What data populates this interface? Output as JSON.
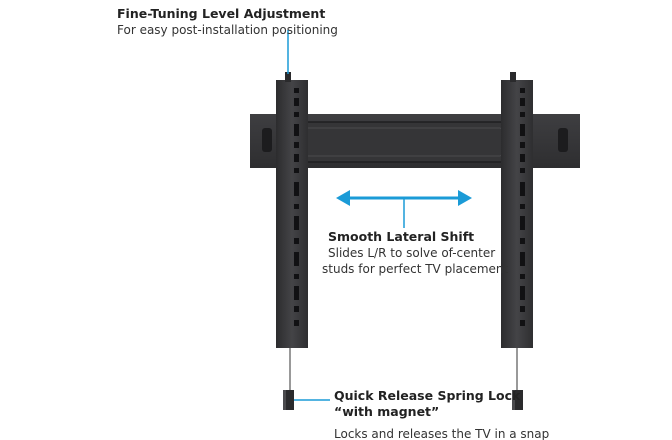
{
  "annotations": {
    "fine_tuning": {
      "title": "Fine-Tuning Level Adjustment",
      "desc": "For easy post-installation positioning"
    },
    "lateral_shift": {
      "title": "Smooth Lateral Shift",
      "desc_line1": "Slides L/R to solve of-center",
      "desc_line2": "studs for perfect TV placement"
    },
    "spring_lock": {
      "title_line1": "Quick Release Spring Lock",
      "title_line2": "“with magnet”",
      "desc": "Locks and releases the TV in a snap"
    }
  },
  "colors": {
    "steel": "#3a3a3c",
    "steel_dark": "#262628",
    "steel_light": "#4c4c4f",
    "accent": "#1b9bd7"
  },
  "icons": {
    "lateral_arrow": "double-arrow-horizontal-icon"
  }
}
